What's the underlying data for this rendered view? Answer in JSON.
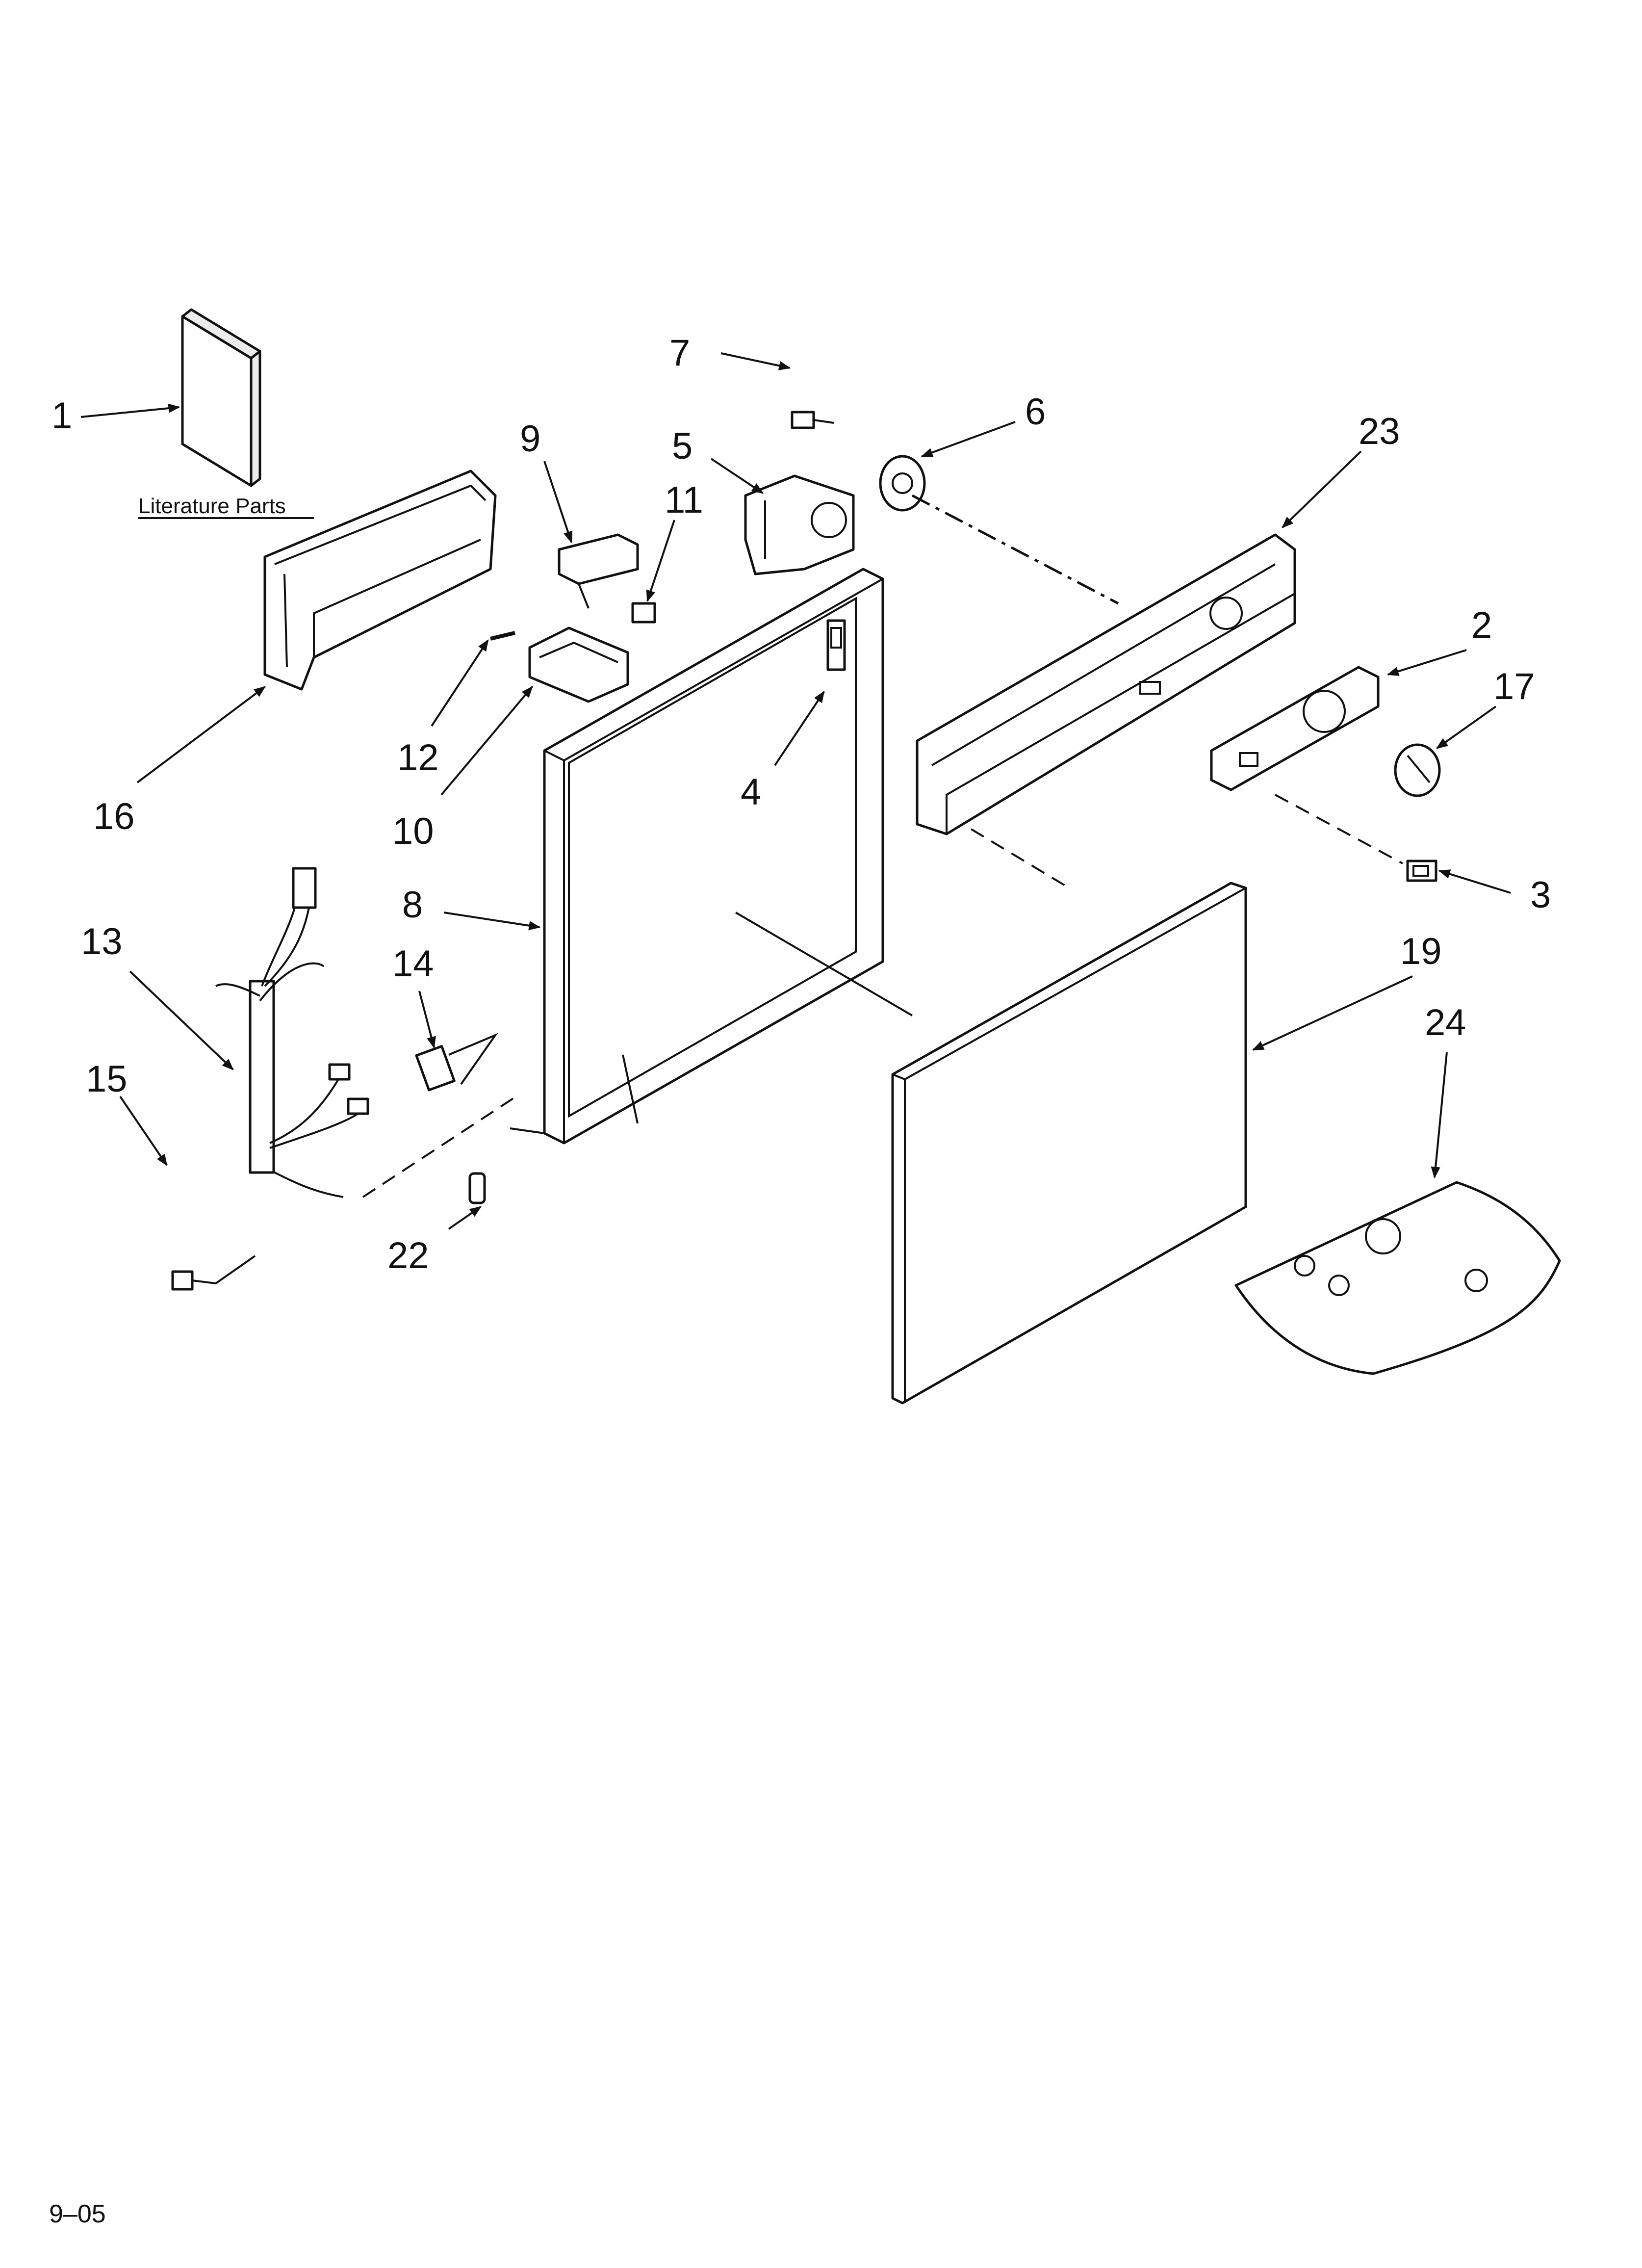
{
  "callouts": {
    "c1": "1",
    "c2": "2",
    "c3": "3",
    "c4": "4",
    "c5": "5",
    "c6": "6",
    "c7": "7",
    "c8": "8",
    "c9": "9",
    "c10": "10",
    "c11": "11",
    "c12": "12",
    "c13": "13",
    "c14": "14",
    "c15": "15",
    "c16": "16",
    "c17": "17",
    "c19": "19",
    "c22": "22",
    "c23": "23",
    "c24": "24"
  },
  "literature_label": "Literature Parts",
  "footer_code": "9–05"
}
